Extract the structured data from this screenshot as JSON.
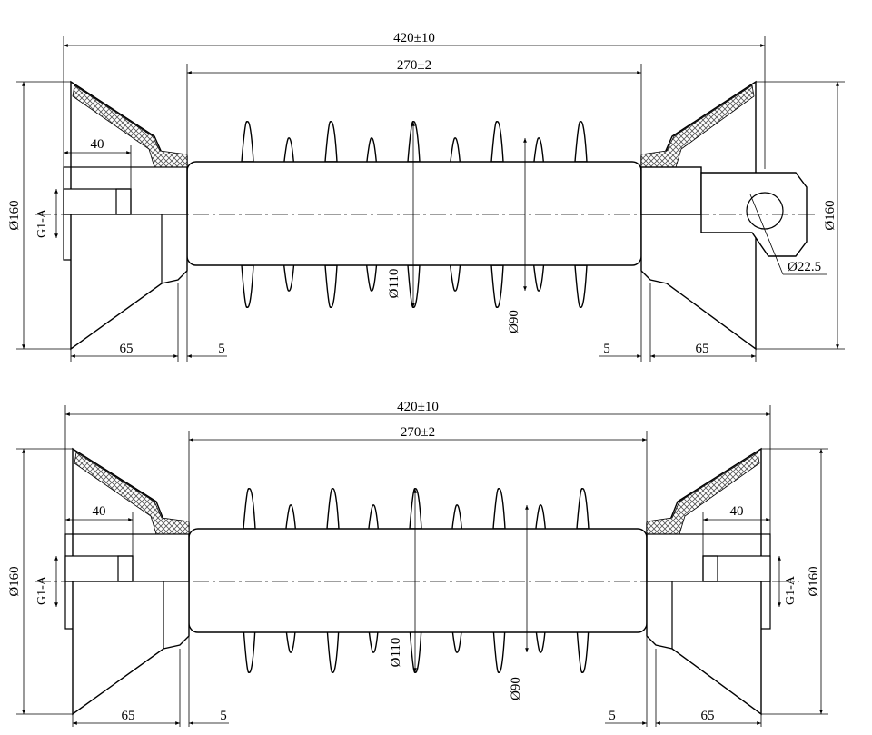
{
  "views": [
    {
      "id": "top",
      "overall_length": "420±10",
      "insulated_length": "270±2",
      "end_diameter_left": "Ø160",
      "end_diameter_right": "Ø160",
      "thread_left": "G1-A",
      "thread_right": "",
      "left_socket_depth": "40",
      "right_socket_depth": "",
      "shed_large_diameter": "Ø110",
      "shed_small_diameter": "Ø90",
      "eye_hole_diameter": "Ø22.5",
      "left_fitting_length": "65",
      "left_gap": "5",
      "right_gap": "5",
      "right_fitting_length": "65"
    },
    {
      "id": "bottom",
      "overall_length": "420±10",
      "insulated_length": "270±2",
      "end_diameter_left": "Ø160",
      "end_diameter_right": "Ø160",
      "thread_left": "G1-A",
      "thread_right": "G1-A",
      "left_socket_depth": "40",
      "right_socket_depth": "40",
      "shed_large_diameter": "Ø110",
      "shed_small_diameter": "Ø90",
      "eye_hole_diameter": "",
      "left_fitting_length": "65",
      "left_gap": "5",
      "right_gap": "5",
      "right_fitting_length": "65"
    }
  ],
  "drawing": {
    "line_color": "#000000",
    "background_color": "#ffffff",
    "hatch_color": "#555555",
    "shed_count": 9,
    "right_fitting_top_view": "eye-clevis",
    "right_fitting_bottom_view": "threaded-socket"
  }
}
